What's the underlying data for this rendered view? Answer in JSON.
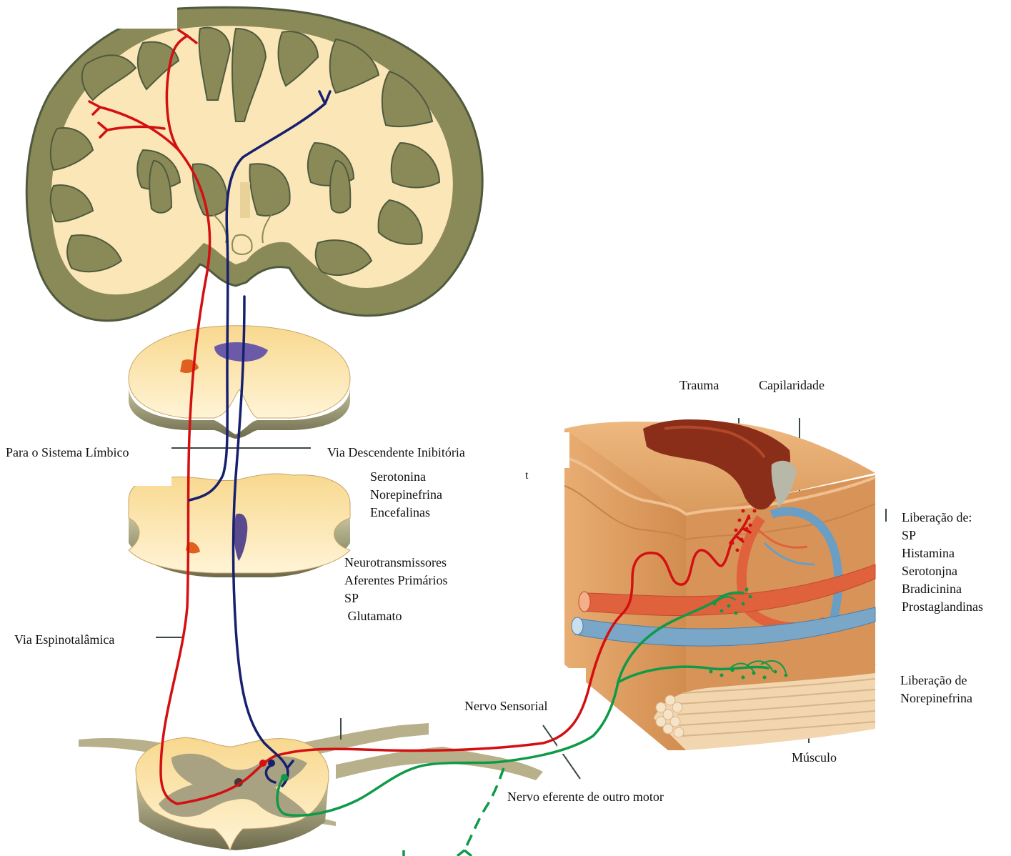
{
  "labels": {
    "trauma": "Trauma",
    "capillarity": "Capilaridade",
    "limbic": "Para o Sistema Límbico",
    "descending": "Via Descendente Inibitória",
    "descending_transmitters": [
      "Serotonina",
      "Norepinefrina",
      "Encefalinas"
    ],
    "primary_afferent": [
      "Neurotransmissores",
      "Aferentes Primários",
      "SP",
      " Glutamato"
    ],
    "spinothalamic": "Via Espinotalâmica",
    "release_title": "Liberação de:",
    "release_items": [
      "SP",
      "Histamina",
      "Serotonjna",
      "Bradicinina",
      "Prostaglandinas"
    ],
    "norepinephrine_release": [
      "Liberação de",
      "Norepinefrina"
    ],
    "sensory_nerve": "Nervo Sensorial",
    "efferent_nerve": "Nervo eferente de outro motor",
    "muscle": "Músculo",
    "stray_mark": "t"
  },
  "colors": {
    "ascending_pathway": "#d40f12",
    "descending_pathway": "#17206e",
    "efferent_pathway": "#0f9a48",
    "cortex": "#8a8a58",
    "white_matter": "#fbe6b7",
    "tissue": "#e3a266",
    "trauma": "#8a2e1a",
    "vessel_blue": "#6a9ec4",
    "vessel_red": "#e0623c"
  }
}
